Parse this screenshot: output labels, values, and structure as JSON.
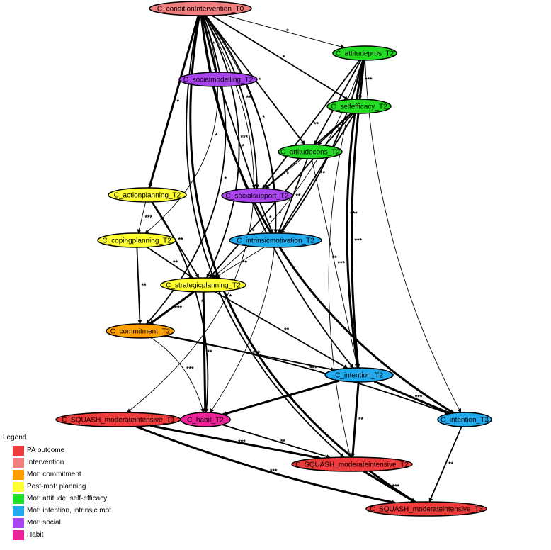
{
  "legend": {
    "title": "Legend",
    "items": [
      {
        "label": "PA outcome",
        "color": "#ef3b3b"
      },
      {
        "label": "Intervention",
        "color": "#f08080"
      },
      {
        "label": "Mot: commitment",
        "color": "#ff9f00"
      },
      {
        "label": "Post-mot: planning",
        "color": "#ffff33"
      },
      {
        "label": "Mot: attitude, self-efficacy",
        "color": "#22dd22"
      },
      {
        "label": "Mot: intention, intrinsic mot",
        "color": "#22aaee"
      },
      {
        "label": "Mot: social",
        "color": "#aa44ee"
      },
      {
        "label": "Habit",
        "color": "#ee2299"
      }
    ]
  },
  "nodes": {
    "cond": {
      "label": "C_conditionIntervention_T0",
      "cat": 1
    },
    "att": {
      "label": "C_attitudepros_T2",
      "cat": 4
    },
    "soc": {
      "label": "C_socialmodelling_T2",
      "cat": 6
    },
    "se": {
      "label": "C_selfefficacy_T2",
      "cat": 4
    },
    "atc": {
      "label": "C_attitudecons_T2",
      "cat": 4
    },
    "ap": {
      "label": "C_actionplanning_T2",
      "cat": 3
    },
    "ss": {
      "label": "C_socialsupport_T2",
      "cat": 6
    },
    "cp": {
      "label": "C_copingplanning_T2",
      "cat": 3
    },
    "im": {
      "label": "C_intrinsicmotivation_T2",
      "cat": 5
    },
    "sp": {
      "label": "C_strategicplanning_T2",
      "cat": 3
    },
    "com": {
      "label": "C_commitment_T2",
      "cat": 2
    },
    "int2": {
      "label": "C_intention_T2",
      "cat": 5
    },
    "sq1": {
      "label": "C_SQUASH_moderateintensive_T1",
      "cat": 0
    },
    "hab": {
      "label": "C_habit_T2",
      "cat": 7
    },
    "int3": {
      "label": "C_intention_T3",
      "cat": 5
    },
    "sq2": {
      "label": "C_SQUASH_moderateintensive_T2",
      "cat": 0
    },
    "sq3": {
      "label": "C_SQUASH_moderateintensive_T3",
      "cat": 0
    }
  },
  "edges": [
    {
      "from": "cond",
      "to": "soc",
      "label": "*",
      "w": 3
    },
    {
      "from": "cond",
      "to": "att",
      "label": "*",
      "w": 1
    },
    {
      "from": "cond",
      "to": "se",
      "label": "*",
      "w": 2
    },
    {
      "from": "cond",
      "to": "atc",
      "label": "*",
      "w": 2
    },
    {
      "from": "cond",
      "to": "ss",
      "label": "**",
      "w": 2
    },
    {
      "from": "cond",
      "to": "ap",
      "label": "*",
      "w": 3
    },
    {
      "from": "cond",
      "to": "cp",
      "label": "*",
      "w": 1
    },
    {
      "from": "cond",
      "to": "im",
      "label": "*",
      "w": 2
    },
    {
      "from": "cond",
      "to": "sp",
      "label": "*",
      "w": 2
    },
    {
      "from": "cond",
      "to": "com",
      "label": "*",
      "w": 2
    },
    {
      "from": "cond",
      "to": "hab",
      "label": "*",
      "w": 1
    },
    {
      "from": "cond",
      "to": "sq1",
      "label": "*",
      "w": 1
    },
    {
      "from": "cond",
      "to": "int2",
      "label": "*",
      "w": 2
    },
    {
      "from": "cond",
      "to": "int3",
      "label": "*",
      "w": 3
    },
    {
      "from": "cond",
      "to": "sq2",
      "label": "*",
      "w": 2
    },
    {
      "from": "cond",
      "to": "sq3",
      "label": "*",
      "w": 3
    },
    {
      "from": "att",
      "to": "se",
      "label": "***",
      "w": 3
    },
    {
      "from": "att",
      "to": "atc",
      "label": "**",
      "w": 2
    },
    {
      "from": "att",
      "to": "ss",
      "label": "**",
      "w": 2
    },
    {
      "from": "att",
      "to": "im",
      "label": "***",
      "w": 2
    },
    {
      "from": "att",
      "to": "sp",
      "label": "",
      "w": 1
    },
    {
      "from": "att",
      "to": "int2",
      "label": "***",
      "w": 3
    },
    {
      "from": "att",
      "to": "int3",
      "label": "",
      "w": 1
    },
    {
      "from": "att",
      "to": "sq2",
      "label": "**",
      "w": 1
    },
    {
      "from": "se",
      "to": "atc",
      "label": "**",
      "w": 2
    },
    {
      "from": "se",
      "to": "ss",
      "label": "**",
      "w": 2
    },
    {
      "from": "se",
      "to": "im",
      "label": "**",
      "w": 2
    },
    {
      "from": "se",
      "to": "sp",
      "label": "***",
      "w": 2
    },
    {
      "from": "se",
      "to": "int2",
      "label": "***",
      "w": 3
    },
    {
      "from": "soc",
      "to": "ss",
      "label": "***",
      "w": 2
    },
    {
      "from": "atc",
      "to": "ss",
      "label": "*",
      "w": 1
    },
    {
      "from": "atc",
      "to": "im",
      "label": "**",
      "w": 2
    },
    {
      "from": "atc",
      "to": "int2",
      "label": "***",
      "w": 1
    },
    {
      "from": "ss",
      "to": "im",
      "label": "*",
      "w": 2
    },
    {
      "from": "ap",
      "to": "cp",
      "label": "***",
      "w": 1
    },
    {
      "from": "ap",
      "to": "sp",
      "label": "**",
      "w": 2
    },
    {
      "from": "ap",
      "to": "hab",
      "label": "*",
      "w": 2
    },
    {
      "from": "cp",
      "to": "sp",
      "label": "**",
      "w": 2
    },
    {
      "from": "cp",
      "to": "com",
      "label": "**",
      "w": 2
    },
    {
      "from": "im",
      "to": "sp",
      "label": "**",
      "w": 1
    },
    {
      "from": "sp",
      "to": "com",
      "label": "***",
      "w": 3
    },
    {
      "from": "sp",
      "to": "hab",
      "label": "**",
      "w": 3
    },
    {
      "from": "sp",
      "to": "int2",
      "label": "**",
      "w": 2
    },
    {
      "from": "com",
      "to": "int2",
      "label": "***",
      "w": 2
    },
    {
      "from": "com",
      "to": "int3",
      "label": "***",
      "w": 2
    },
    {
      "from": "com",
      "to": "hab",
      "label": "***",
      "w": 1
    },
    {
      "from": "int2",
      "to": "hab",
      "label": "***",
      "w": 3
    },
    {
      "from": "int2",
      "to": "int3",
      "label": "***",
      "w": 3
    },
    {
      "from": "int2",
      "to": "sq2",
      "label": "**",
      "w": 3
    },
    {
      "from": "sq1",
      "to": "sq2",
      "label": "***",
      "w": 3
    },
    {
      "from": "sq1",
      "to": "sq3",
      "label": "***",
      "w": 3
    },
    {
      "from": "hab",
      "to": "sq2",
      "label": "**",
      "w": 2
    },
    {
      "from": "int3",
      "to": "sq3",
      "label": "**",
      "w": 2
    },
    {
      "from": "sq2",
      "to": "sq3",
      "label": "***",
      "w": 3
    }
  ]
}
